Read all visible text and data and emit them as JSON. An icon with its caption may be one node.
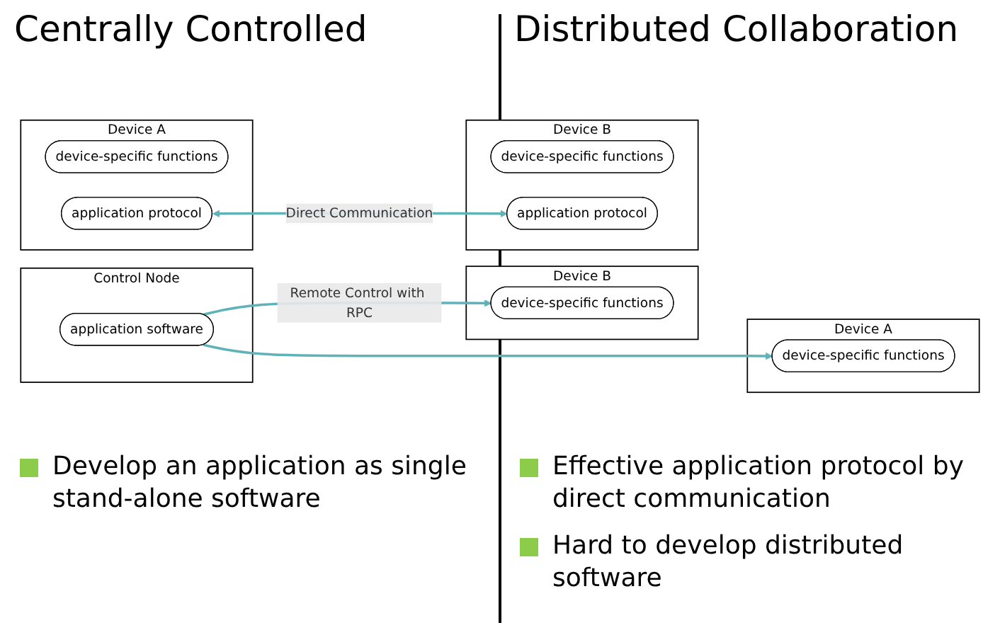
{
  "diagram": {
    "nodes": [
      {
        "text": [
          "Device A"
        ]
      },
      {
        "text": [
          "device-specific functions"
        ],
        "in": 0
      },
      {
        "text": [
          "Device B"
        ]
      },
      {
        "text": [
          "device-specific functions"
        ],
        "in": 2
      },
      {
        "text": [
          "Control Node"
        ]
      },
      {
        "text": [
          "application software"
        ],
        "in": 4
      },
      {
        "text": [
          "Device A"
        ]
      },
      {
        "text": [
          "device-specific functions"
        ],
        "in": 6
      },
      {
        "text": [
          "application protocol"
        ],
        "in": 6
      },
      {
        "text": [
          "Device B"
        ]
      },
      {
        "text": [
          "device-specific functions"
        ],
        "in": 9
      },
      {
        "text": [
          "application protocol"
        ],
        "in": 9
      }
    ],
    "edges": [
      {
        "from": 5,
        "to": 1,
        "arrow": "to"
      },
      {
        "from": 5,
        "to": 3,
        "arrow": "to",
        "label": "Remote Control with RPC"
      },
      {
        "from": 8,
        "to": 11,
        "arrow": "both",
        "label": "Direct Communication"
      }
    ],
    "labels": [
      "Centrally Controlled",
      "Distributed Collaboration",
      "Develop an application as single stand-alone software",
      "Effective application protocol by direct communication",
      "Hard to develop distributed software"
    ]
  }
}
